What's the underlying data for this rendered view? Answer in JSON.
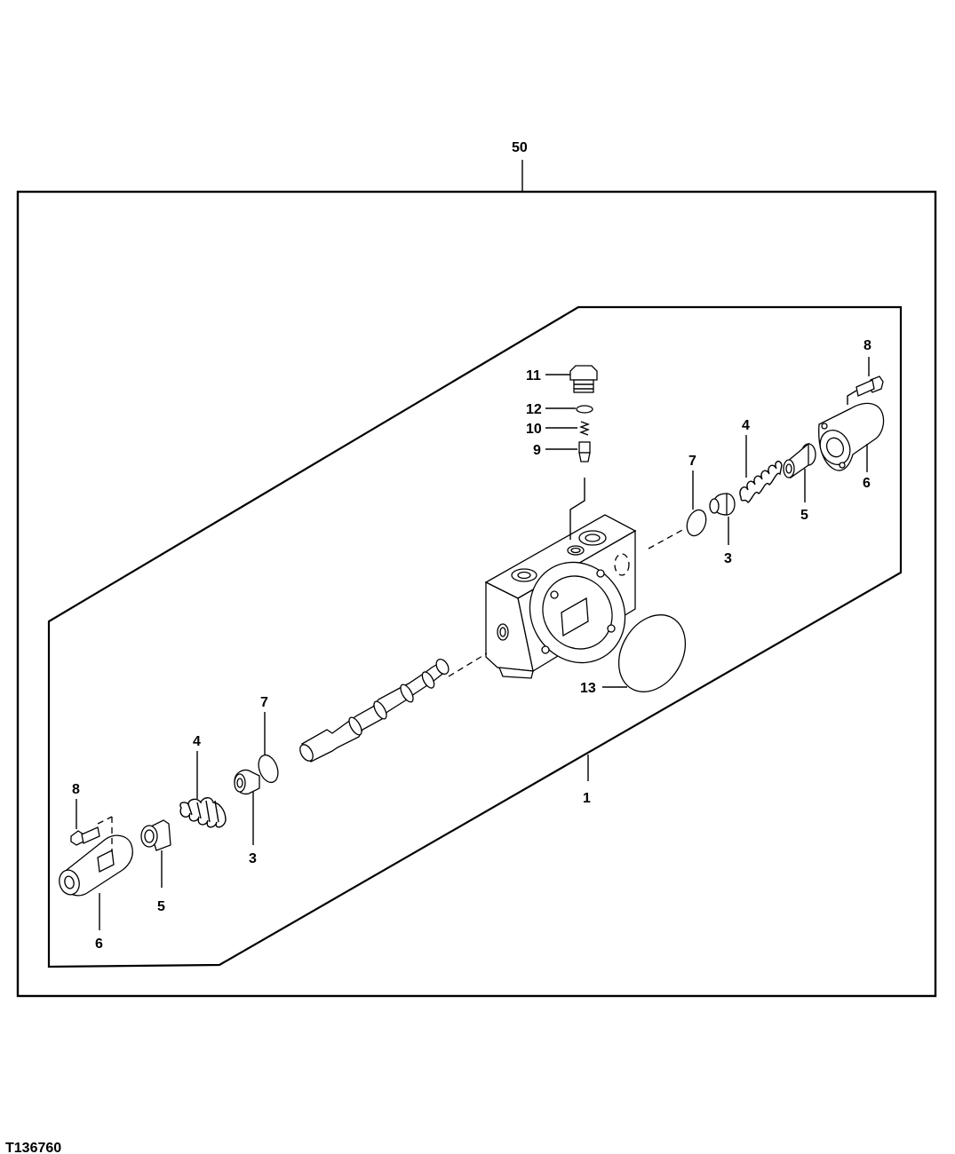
{
  "diagram": {
    "figure_id": "T136760",
    "assembly_label": "50",
    "body_label": "1",
    "callouts": {
      "plug": "11",
      "o_ring_small": "12",
      "spring_small": "10",
      "poppet": "9",
      "o_ring_right": "7",
      "spring_right": "4",
      "collar_right": "5",
      "seat_right": "3",
      "cap_right": "6",
      "bolt_right": "8",
      "seal_large": "13",
      "o_ring_left": "7",
      "spring_left": "4",
      "seat_left": "3",
      "collar_left": "5",
      "bolt_left": "8",
      "cap_left": "6"
    }
  }
}
